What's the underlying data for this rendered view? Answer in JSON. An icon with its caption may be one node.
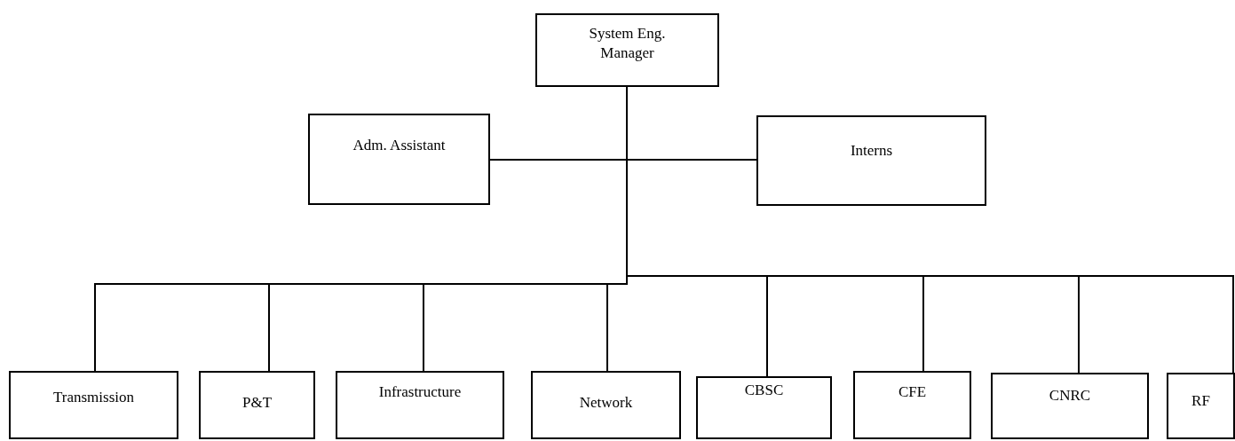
{
  "diagram": {
    "nodes": [
      {
        "text": [
          "System Eng. Manager"
        ]
      },
      {
        "text": [
          "Adm. Assistant"
        ]
      },
      {
        "text": [
          "Interns"
        ]
      },
      {
        "text": [
          "Transmission"
        ]
      },
      {
        "text": [
          "P&T"
        ]
      },
      {
        "text": [
          "Infrastructure"
        ]
      },
      {
        "text": [
          "Network"
        ]
      },
      {
        "text": [
          "CBSC"
        ]
      },
      {
        "text": [
          "CFE"
        ]
      },
      {
        "text": [
          "CNRC"
        ]
      },
      {
        "text": [
          "RF"
        ]
      }
    ],
    "edges": [
      {
        "from": 0,
        "to": 1,
        "arrow": "none"
      },
      {
        "from": 0,
        "to": 2,
        "arrow": "none"
      },
      {
        "from": 0,
        "to": 3,
        "arrow": "none"
      },
      {
        "from": 0,
        "to": 4,
        "arrow": "none"
      },
      {
        "from": 0,
        "to": 5,
        "arrow": "none"
      },
      {
        "from": 0,
        "to": 6,
        "arrow": "none"
      },
      {
        "from": 0,
        "to": 7,
        "arrow": "none"
      },
      {
        "from": 0,
        "to": 8,
        "arrow": "none"
      },
      {
        "from": 0,
        "to": 9,
        "arrow": "none"
      },
      {
        "from": 0,
        "to": 10,
        "arrow": "none"
      }
    ]
  }
}
